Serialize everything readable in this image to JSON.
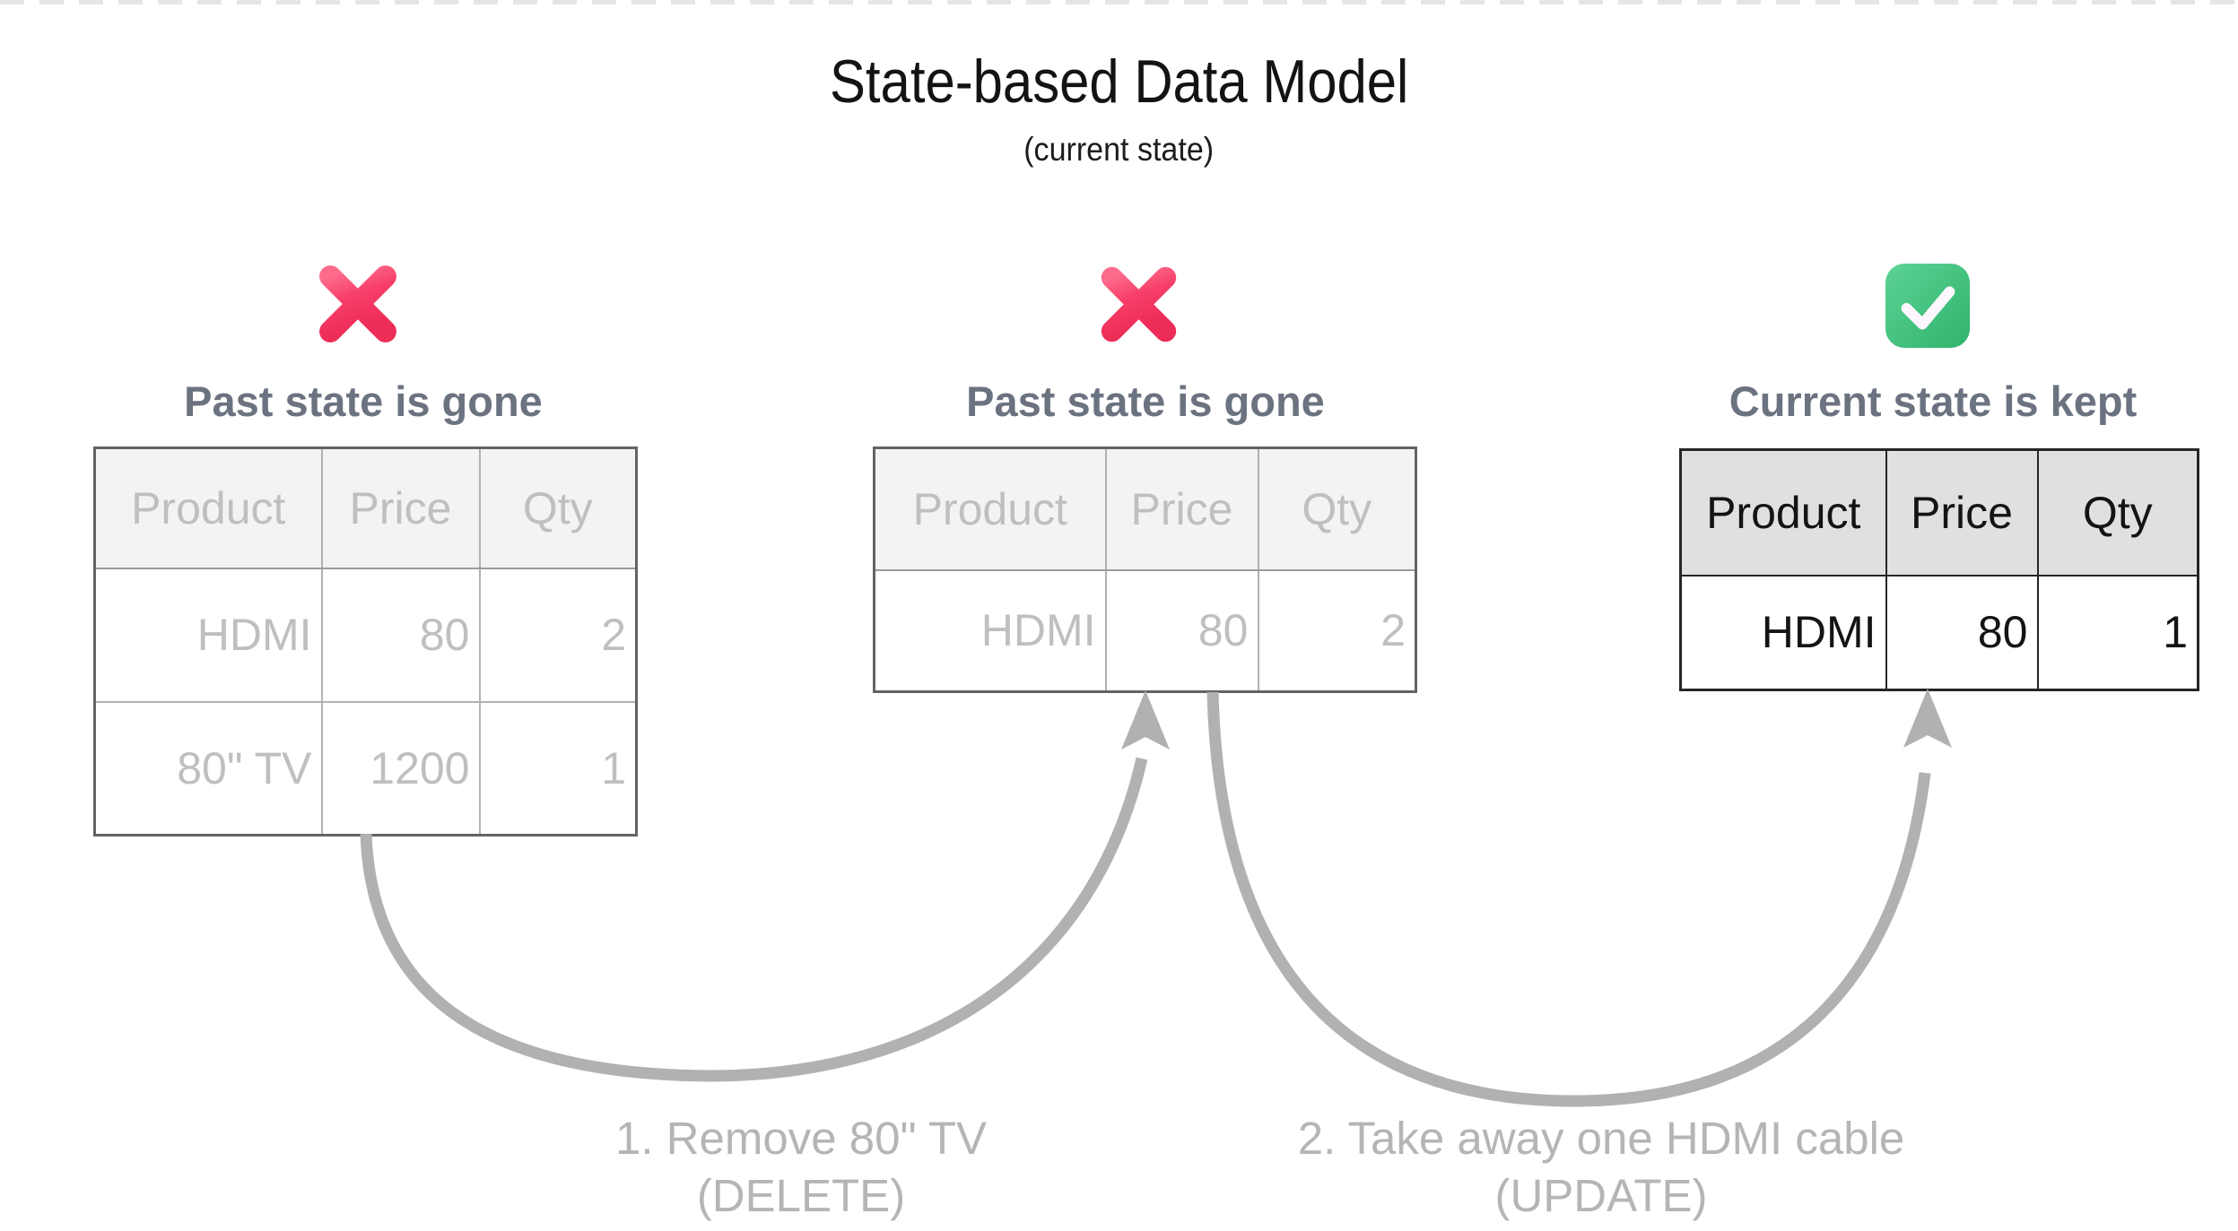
{
  "page": {
    "title": "State-based Data Model",
    "subtitle": "(current state)"
  },
  "panels": [
    {
      "verdict_icon": "cross-mark",
      "label": "Past state is gone",
      "table": {
        "headers": [
          "Product",
          "Price",
          "Qty"
        ],
        "rows": [
          [
            "HDMI",
            "80",
            "2"
          ],
          [
            "80\" TV",
            "1200",
            "1"
          ]
        ]
      }
    },
    {
      "verdict_icon": "cross-mark",
      "label": "Past state is gone",
      "table": {
        "headers": [
          "Product",
          "Price",
          "Qty"
        ],
        "rows": [
          [
            "HDMI",
            "80",
            "2"
          ]
        ]
      }
    },
    {
      "verdict_icon": "check-mark",
      "label": "Current state is kept",
      "table": {
        "headers": [
          "Product",
          "Price",
          "Qty"
        ],
        "rows": [
          [
            "HDMI",
            "80",
            "1"
          ]
        ]
      }
    }
  ],
  "transitions": [
    {
      "line1": "1. Remove 80\" TV",
      "line2": "(DELETE)"
    },
    {
      "line1": "2. Take away one HDMI cable",
      "line2": "(UPDATE)"
    }
  ],
  "colors": {
    "cross_pink_light": "#fd6585",
    "cross_pink_dark": "#ee2c58",
    "check_green_light": "#5bd292",
    "check_green_dark": "#2fb36b",
    "arrow_gray": "#b1b1b1",
    "faded_text": "#bfbfbf",
    "label_gray": "#6b7280"
  }
}
